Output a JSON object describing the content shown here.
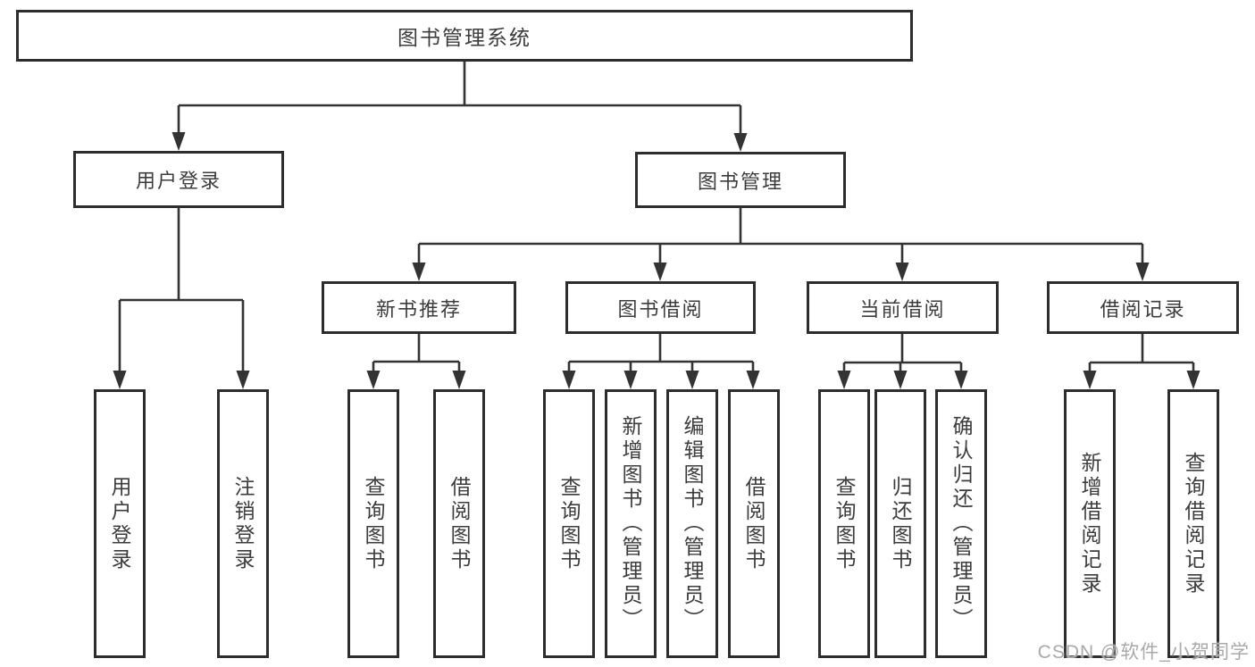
{
  "tree": {
    "root": {
      "label": "图书管理系统",
      "children": [
        {
          "label": "用户登录",
          "children": [
            {
              "label": "用户登录"
            },
            {
              "label": "注销登录"
            }
          ]
        },
        {
          "label": "图书管理",
          "children": [
            {
              "label": "新书推荐",
              "children": [
                {
                  "label": "查询图书"
                },
                {
                  "label": "借阅图书"
                }
              ]
            },
            {
              "label": "图书借阅",
              "children": [
                {
                  "label": "查询图书"
                },
                {
                  "label": "新增图书（管理员）"
                },
                {
                  "label": "编辑图书（管理员）"
                },
                {
                  "label": "借阅图书"
                }
              ]
            },
            {
              "label": "当前借阅",
              "children": [
                {
                  "label": "查询图书"
                },
                {
                  "label": "归还图书"
                },
                {
                  "label": "确认归还（管理员）"
                }
              ]
            },
            {
              "label": "借阅记录",
              "children": [
                {
                  "label": "新增借阅记录"
                },
                {
                  "label": "查询借阅记录"
                }
              ]
            }
          ]
        }
      ]
    }
  },
  "watermark": {
    "text": "CSDN @软件_小贺同学"
  },
  "colors": {
    "line": "#333333",
    "box_border": "#2d2d2d",
    "text": "#3c3c3c",
    "watermark": "#a9a9a9"
  }
}
